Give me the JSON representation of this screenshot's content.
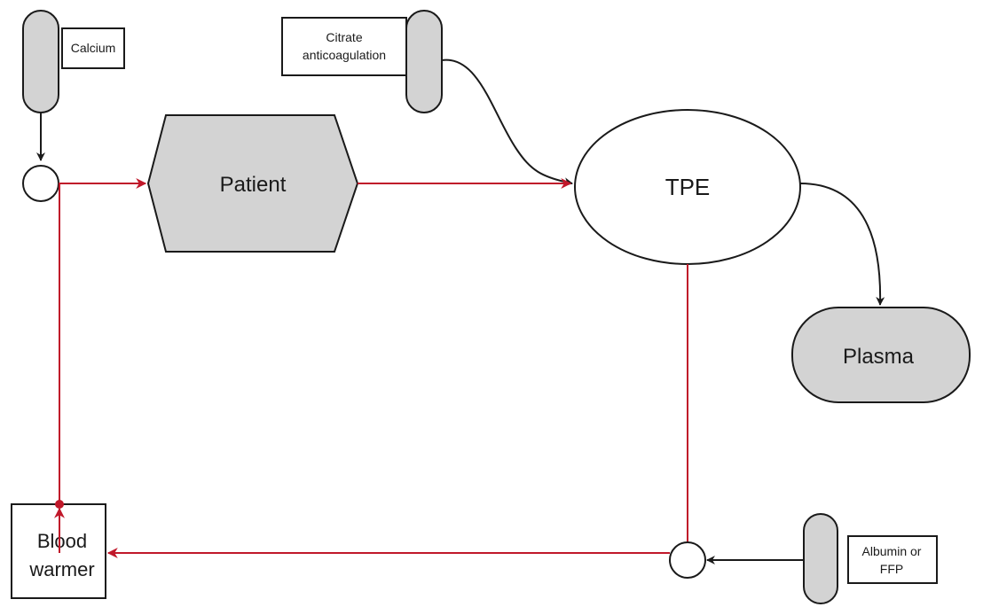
{
  "nodes": {
    "calcium": "Calcium",
    "citrate_line1": "Citrate",
    "citrate_line2": "anticoagulation",
    "patient": "Patient",
    "tpe": "TPE",
    "plasma": "Plasma",
    "blood_warmer_line1": "Blood",
    "blood_warmer_line2": "warmer",
    "albumin_line1": "Albumin or",
    "albumin_line2": "FFP"
  },
  "colors": {
    "blood_circuit": "#c0182a",
    "fluid_lines": "#1a1a1a",
    "container_fill": "#d3d3d3"
  }
}
